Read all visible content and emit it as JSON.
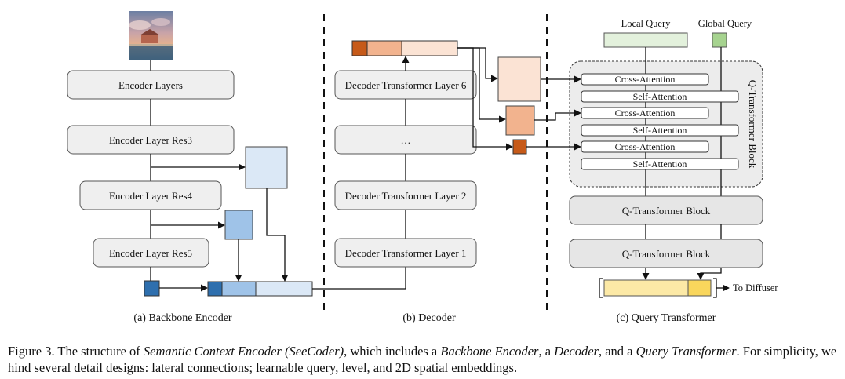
{
  "backbone": {
    "layers": [
      "Encoder Layers",
      "Encoder Layer Res3",
      "Encoder Layer Res4",
      "Encoder Layer Res5"
    ],
    "subcaption": "(a) Backbone Encoder"
  },
  "decoder": {
    "layers": [
      "Decoder Transformer Layer 6",
      "…",
      "Decoder Transformer Layer 2",
      "Decoder Transformer Layer 1"
    ],
    "subcaption": "(b) Decoder"
  },
  "query_transformer": {
    "local_query": "Local Query",
    "global_query": "Global Query",
    "block_title": "Q-Transformer Block",
    "inner_layers": [
      "Cross-Attention",
      "Self-Attention",
      "Cross-Attention",
      "Self-Attention",
      "Cross-Attention",
      "Self-Attention"
    ],
    "blocks": [
      "Q-Transformer Block",
      "Q-Transformer Block"
    ],
    "output_label": "To Diffuser",
    "subcaption": "(c) Query Transformer"
  },
  "caption": {
    "prefix": "Figure 3.  The structure of ",
    "t1": "Semantic Context Encoder (SeeCoder)",
    "t2": ", which includes a ",
    "t3": "Backbone Encoder",
    "t4": ", a ",
    "t5": "Decoder",
    "t6": ", and a ",
    "t7": "Query Transformer",
    "t8": ". For simplicity, we hind several detail designs: lateral connections; learnable query, level, and 2D spatial embeddings."
  },
  "colors": {
    "layer_fill": "#efefef",
    "layer_stroke": "#555555",
    "blue_dark": "#2e6fae",
    "blue_mid": "#9fc3e8",
    "blue_light": "#dbe8f6",
    "orange_dark": "#c65a19",
    "orange_mid": "#f2b38e",
    "orange_light": "#fbe3d4",
    "green_light": "#e3f1dc",
    "green_mid": "#a6d38f",
    "yellow_light": "#fce9a6",
    "yellow_mid": "#f9d65c",
    "qt_region": "#ececec"
  },
  "icons": [
    "landscape-image-icon"
  ]
}
